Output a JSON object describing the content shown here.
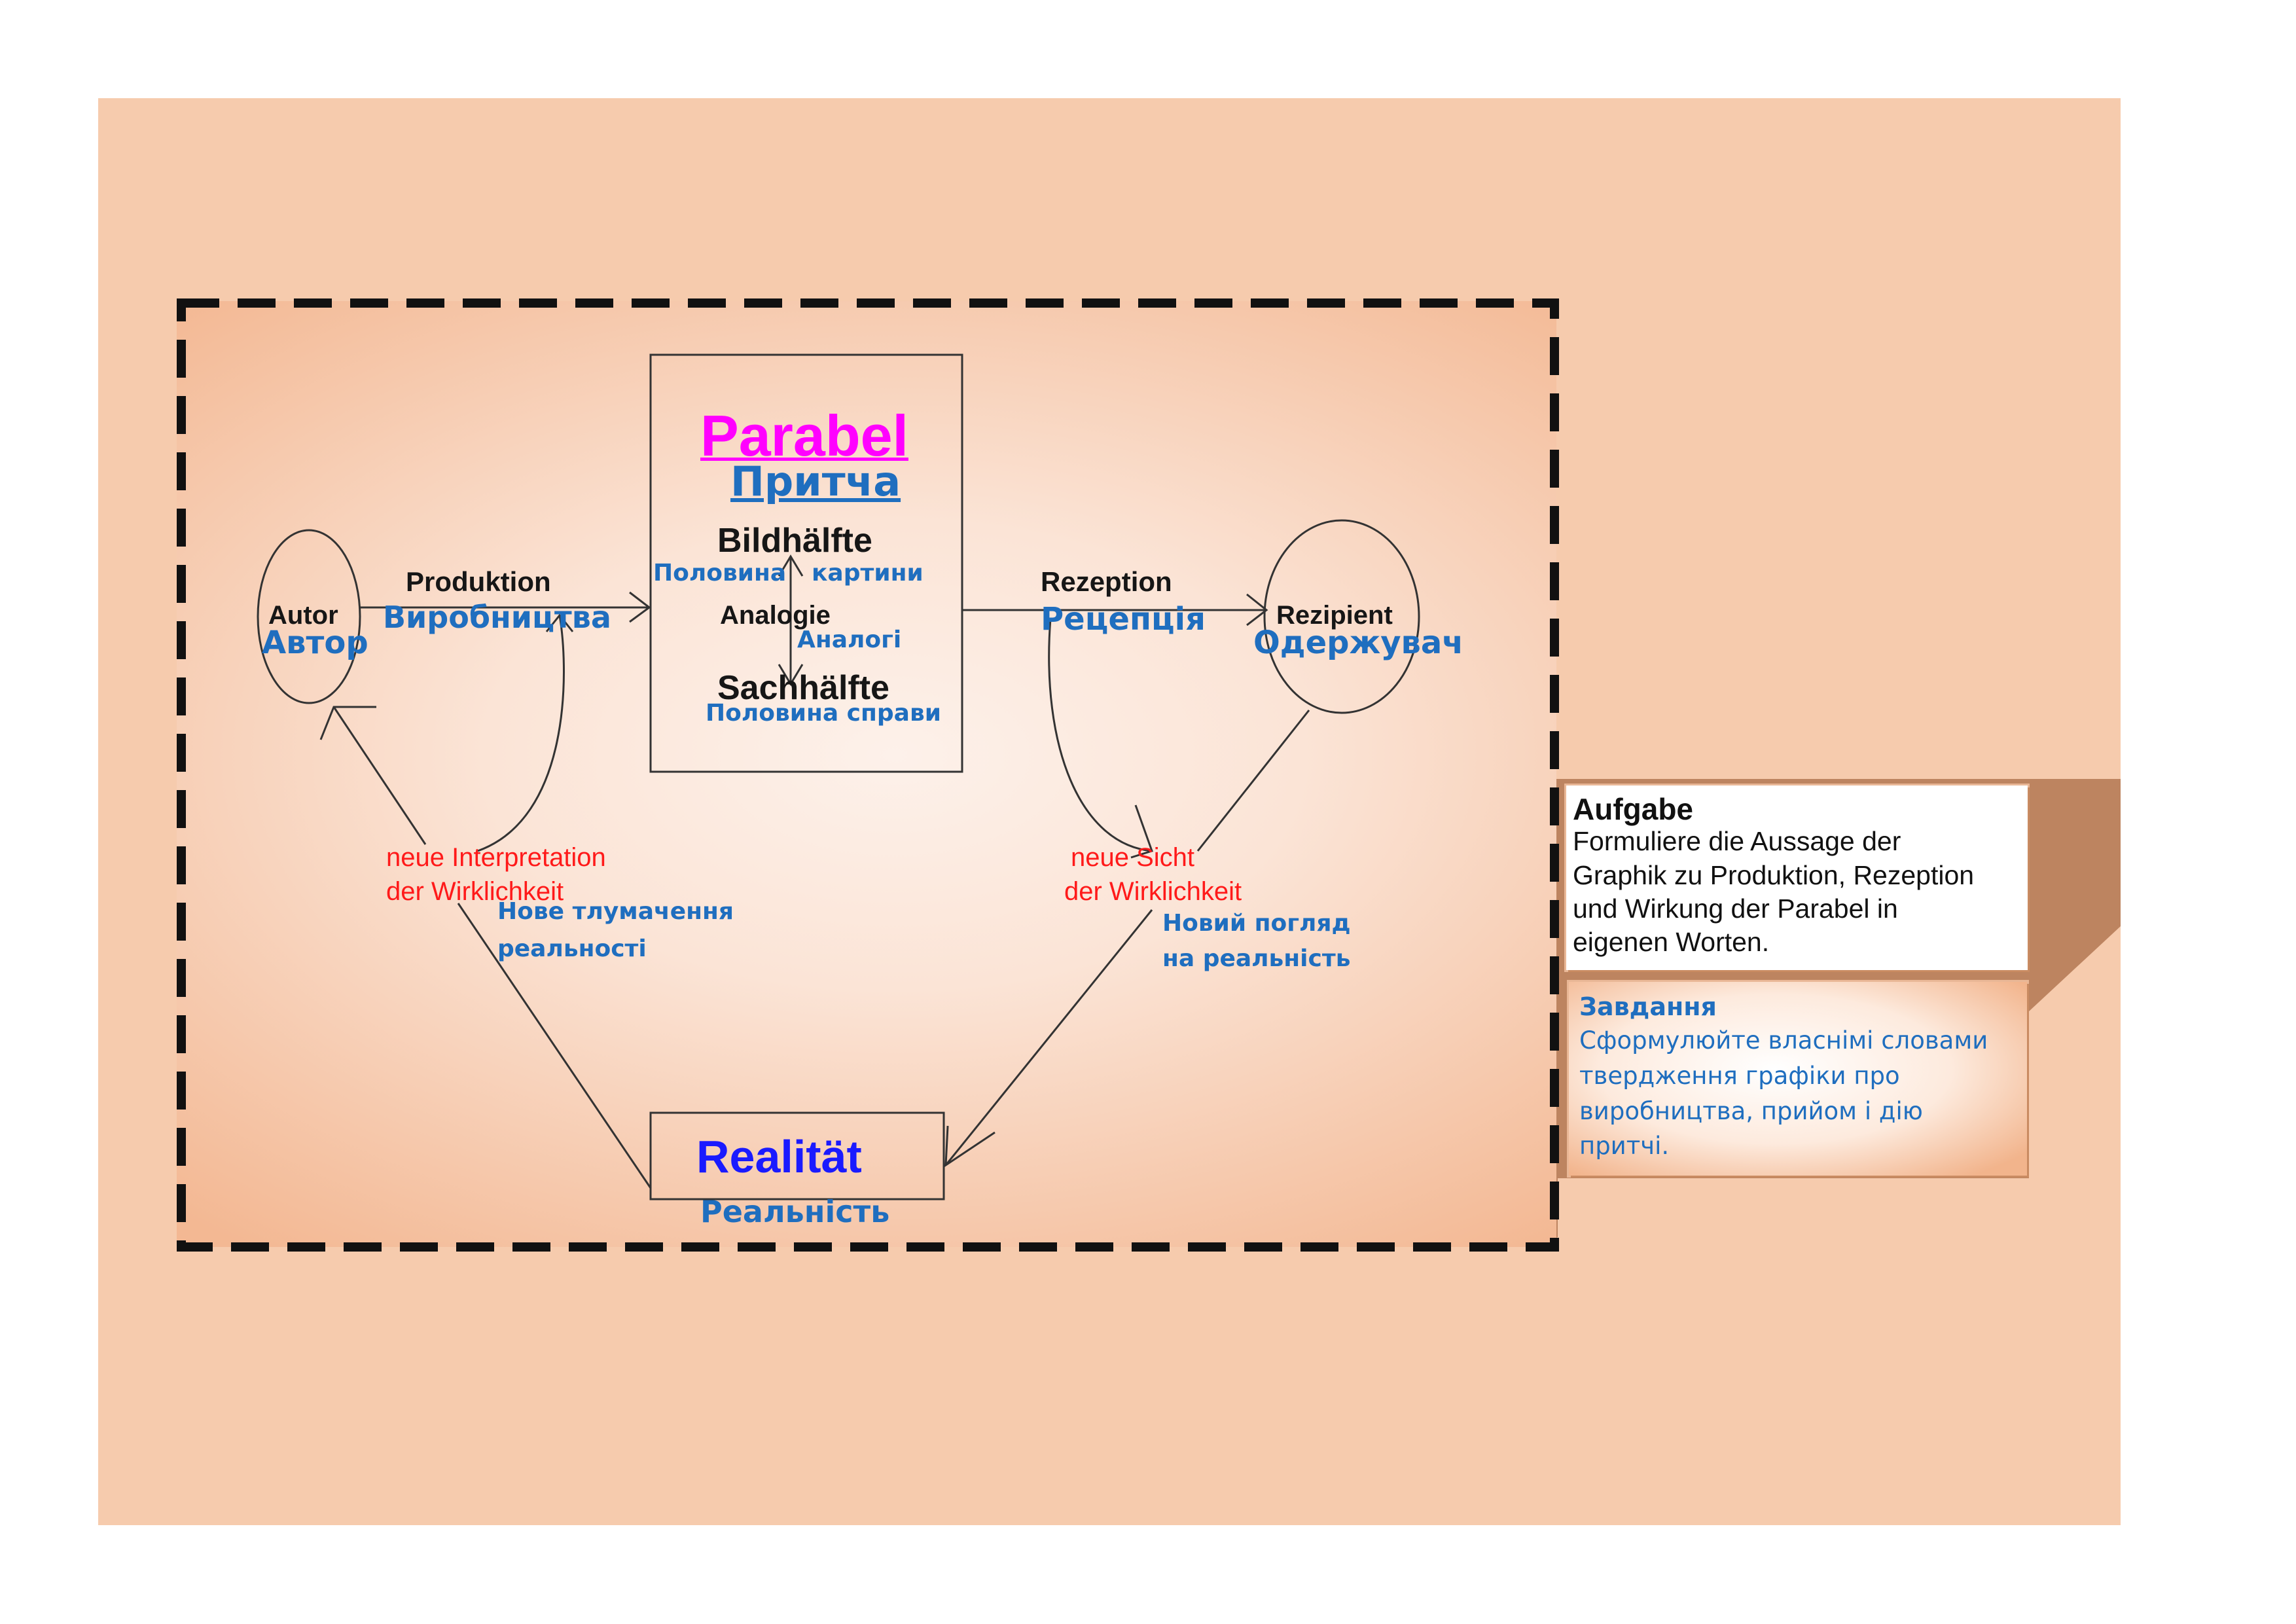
{
  "center": {
    "title": "Parabel",
    "title_uk": "Притча",
    "image_half": "Bildhälfte",
    "image_half_uk_1": "Половина",
    "image_half_uk_2": "картини",
    "analogy": "Analogie",
    "analogy_uk": "Аналогі",
    "subject_half": "Sachhälfte",
    "subject_half_uk": "Половина справи"
  },
  "author": {
    "label": "Autor",
    "label_uk": "Автор"
  },
  "recipient": {
    "label": "Rezipient",
    "label_uk": "Одержувач"
  },
  "production": {
    "label": "Produktion",
    "label_uk": "Виробництва"
  },
  "reception": {
    "label": "Rezeption",
    "label_uk": "Рецепція"
  },
  "new_interpretation": {
    "line1": "neue Interpretation",
    "line2": "der Wirklichkeit",
    "uk_line1": "Нове тлумачення",
    "uk_line2": "реальності"
  },
  "new_view": {
    "line1": "neue Sicht",
    "line2": "der Wirklichkeit",
    "uk_line1": "Новий погляд",
    "uk_line2": "на реальність"
  },
  "reality": {
    "label": "Realität",
    "label_uk": "Реальність"
  },
  "task_de": {
    "title": "Aufgabe",
    "line1": "Formuliere die Aussage der",
    "line2": "Graphik zu Produktion, Rezeption",
    "line3": "und Wirkung der Parabel in",
    "line4": "eigenen Worten."
  },
  "task_uk": {
    "title": "Завдання",
    "line1": "Сформулюйте власнімі словами",
    "line2": "твердження графіки про",
    "line3": "виробництва, прийом і дію",
    "line4": "притчі."
  },
  "colors": {
    "slide_bg": "#f6cbad",
    "parabel": "#ff00ff",
    "reality": "#1a1aff",
    "translation": "#1f6ebf",
    "interpretation": "#ff1a1a",
    "shadow": "#bd8460"
  }
}
